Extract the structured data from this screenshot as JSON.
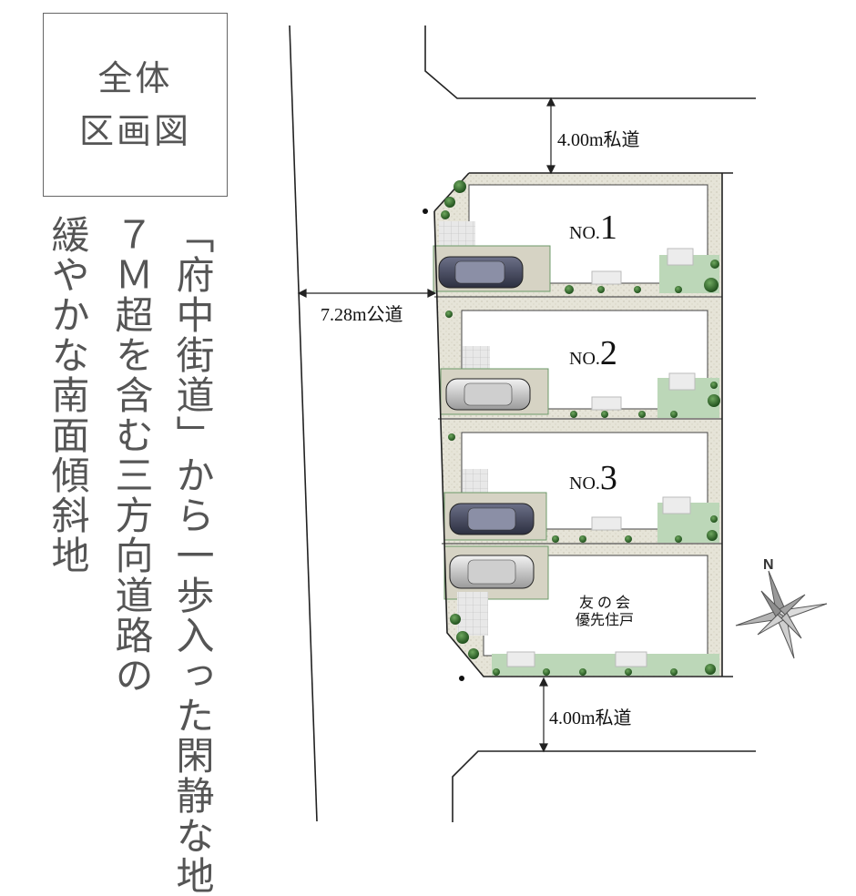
{
  "title": {
    "line1": "全体",
    "line2": "区画図"
  },
  "vertical_text": {
    "col1": "「府中街道」から一歩入った閑静な地",
    "col2": "７Ｍ超を含む三方向道路の",
    "col3": "緩やかな南面傾斜地"
  },
  "roads": {
    "top_private": "4.00m私道",
    "bottom_private": "4.00m私道",
    "public": "7.28m公道"
  },
  "lots": [
    {
      "prefix": "NO.",
      "num": "1"
    },
    {
      "prefix": "NO.",
      "num": "2"
    },
    {
      "prefix": "NO.",
      "num": "3"
    }
  ],
  "lot4": {
    "line1": "友の会",
    "line2": "優先住戸"
  },
  "compass": {
    "label": "N"
  },
  "colors": {
    "gravel": "#e4e2d6",
    "lawn": "#bcd7b8",
    "tree": "#2f6b2a",
    "line": "#222"
  }
}
